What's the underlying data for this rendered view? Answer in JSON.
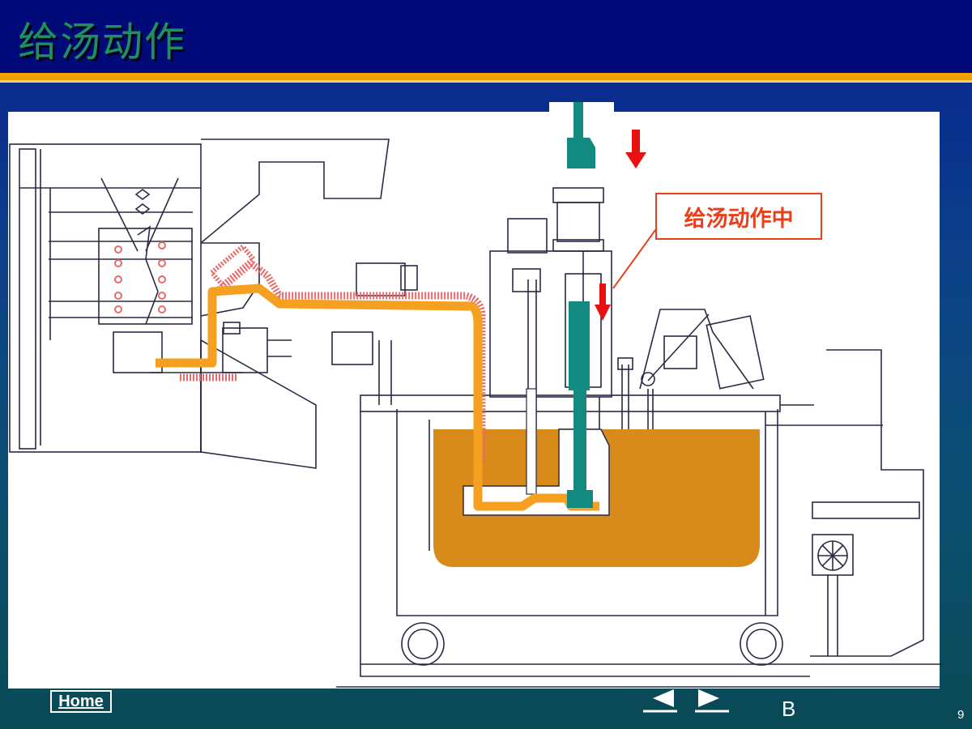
{
  "title": "给汤动作",
  "callout": "给汤动作中",
  "nav": {
    "home_label": "Home",
    "section_letter": "B",
    "page_number": "9",
    "prev_icon": "triangle-left-icon",
    "next_icon": "triangle-right-icon"
  },
  "colors": {
    "title_bar": "#000a78",
    "title_text": "#1f8f5e",
    "accent_line": "#f0a000",
    "molten_metal": "#d88a1a",
    "pipe": "#f5a020",
    "heater": "#e86a6a",
    "plunger": "#128a80",
    "arrow": "#e81010"
  }
}
